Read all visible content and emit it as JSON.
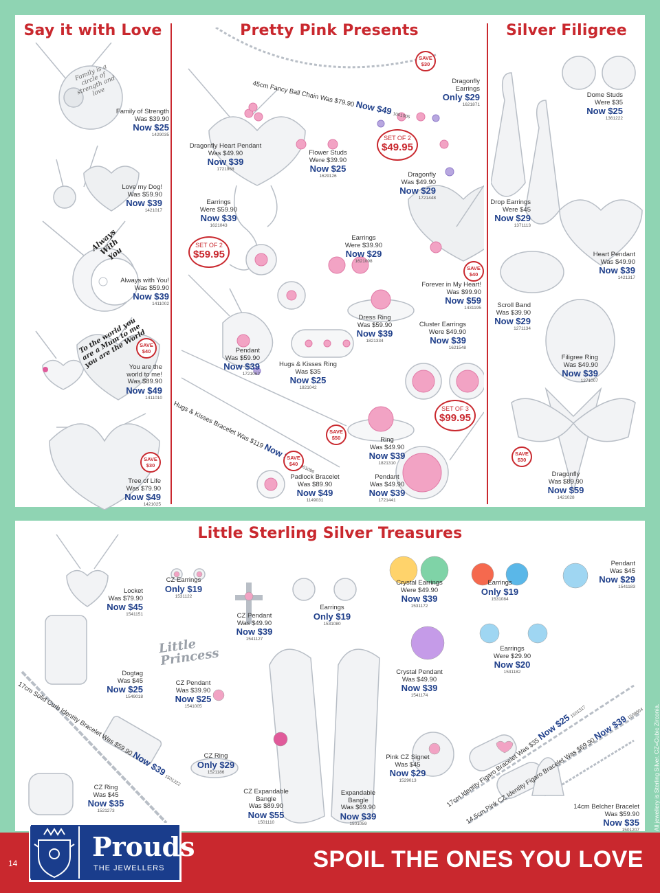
{
  "sections": {
    "love": "Say it with Love",
    "pink": "Pretty Pink Presents",
    "filigree": "Silver Filigree",
    "treasures": "Little Sterling Silver Treasures"
  },
  "items": {
    "family": {
      "name": "Family of Strength",
      "was": "Was $39.90",
      "now": "Now $25",
      "code": "1429035"
    },
    "dog": {
      "name": "Love my Dog!",
      "was": "Was $59.90",
      "now": "Now $39",
      "code": "1421017"
    },
    "always": {
      "name": "Always with You!",
      "was": "Was $59.90",
      "now": "Now $39",
      "code": "1411002"
    },
    "world_name1": "You are the",
    "world": {
      "name": "world to me!",
      "was": "Was $89.90",
      "now": "Now $49",
      "code": "1411010"
    },
    "tree": {
      "name": "Tree of Life",
      "was": "Was $79.90",
      "now": "Now $49",
      "code": "1421025"
    },
    "ballchain": {
      "name": "45cm Fancy Ball Chain Was $79.90",
      "now": "Now $49",
      "code": "1001005"
    },
    "dh_pendant": {
      "name": "Dragonfly Heart Pendant",
      "was": "Was $49.90",
      "now": "Now $39",
      "code": "1721968"
    },
    "flower": {
      "name": "Flower Studs",
      "was": "Were $39.90",
      "now": "Now $25",
      "code": "1629126"
    },
    "df_earrings": {
      "name": "Dragonfly",
      "name2": "Earrings",
      "now": "Only $29",
      "code": "1621871"
    },
    "df_pendant": {
      "name": "Dragonfly",
      "was": "Was $49.90",
      "now": "Now $29",
      "code": "1721448"
    },
    "earrings1": {
      "name": "Earrings",
      "was": "Were $59.90",
      "now": "Now $39",
      "code": "1621043"
    },
    "earrings2": {
      "name": "Earrings",
      "was": "Were $39.90",
      "now": "Now $29",
      "code": "1621098"
    },
    "heart": {
      "name": "Forever in My Heart!",
      "was": "Was $99.90",
      "now": "Now $59",
      "code": "1431195"
    },
    "pendant1": {
      "name": "Pendant",
      "was": "Was $59.90",
      "now": "Now $39",
      "code": "1721062"
    },
    "dress_ring": {
      "name": "Dress Ring",
      "was": "Was $59.90",
      "now": "Now $39",
      "code": "1821334"
    },
    "cluster": {
      "name": "Cluster Earrings",
      "was": "Were $49.90",
      "now": "Now $39",
      "code": "1621548"
    },
    "hugs_ring": {
      "name": "Hugs & Kisses Ring",
      "was": "Was $35",
      "now": "Now $25",
      "code": "1821042"
    },
    "hugs_brace": {
      "name": "Hugs & Kisses Bracelet Was $119",
      "now": "Now $69",
      "code": "1901096"
    },
    "ring": {
      "name": "Ring",
      "was": "Was $49.90",
      "now": "Now $39",
      "code": "1821310"
    },
    "padlock": {
      "name": "Padlock Bracelet",
      "was": "Was $89.90",
      "now": "Now $49",
      "code": "1149031"
    },
    "pendant2": {
      "name": "Pendant",
      "was": "Was $49.90",
      "now": "Now $39",
      "code": "1721441"
    },
    "dome": {
      "name": "Dome Studs",
      "was": "Were $35",
      "now": "Now $25",
      "code": "1361222"
    },
    "drop": {
      "name": "Drop Earrings",
      "was": "Were $45",
      "now": "Now $29",
      "code": "1371113"
    },
    "heart_pendant": {
      "name": "Heart Pendant",
      "was": "Was $49.90",
      "now": "Now $39",
      "code": "1421317"
    },
    "scroll": {
      "name": "Scroll Band",
      "was": "Was $39.90",
      "now": "Now $29",
      "code": "1271134"
    },
    "filigree_ring": {
      "name": "Filigree Ring",
      "was": "Was $49.90",
      "now": "Now $39",
      "code": "1271007"
    },
    "dragonfly_f": {
      "name": "Dragonfly",
      "was": "Was $89.90",
      "now": "Now $59",
      "code": "1421028"
    },
    "locket": {
      "name": "Locket",
      "was": "Was $79.90",
      "now": "Now $45",
      "code": "1541151"
    },
    "cz_earrings": {
      "name": "CZ Earrings",
      "now": "Only $19",
      "code": "1531122"
    },
    "cz_pendant1": {
      "name": "CZ Pendant",
      "was": "Was $49.90",
      "now": "Now $39",
      "code": "1541127"
    },
    "paw_earrings": {
      "name": "Earrings",
      "now": "Only $19",
      "code": "1531080"
    },
    "crystal_earrings": {
      "name": "Crystal Earrings",
      "was": "Were $49.90",
      "now": "Now $39",
      "code": "1531172"
    },
    "flower_earrings": {
      "name": "Earrings",
      "now": "Only $19",
      "code": "1531084"
    },
    "unicorn_pendant": {
      "name": "Pendant",
      "was": "Was $45",
      "now": "Now $29",
      "code": "1541183"
    },
    "dogtag": {
      "name": "Dogtag",
      "was": "Was $45",
      "now": "Now $25",
      "code": "1549018"
    },
    "cz_pendant2": {
      "name": "CZ Pendant",
      "was": "Was $39.90",
      "now": "Now $25",
      "code": "1541005"
    },
    "crystal_pendant": {
      "name": "Crystal Pendant",
      "was": "Was $49.90",
      "now": "Now $39",
      "code": "1541174"
    },
    "unicorn_earrings": {
      "name": "Earrings",
      "was": "Were $29.90",
      "now": "Now $20",
      "code": "1531182"
    },
    "curb": {
      "name": "17cm Solid Curb Identity Bracelet Was $59.90",
      "now": "Now $39",
      "code": "1501222"
    },
    "cz_ring": {
      "name": "CZ Ring",
      "now": "Only $29",
      "code": "1521186"
    },
    "signet": {
      "name": "Pink CZ Signet",
      "was": "Was $45",
      "now": "Now $29",
      "code": "1529013"
    },
    "cz_ring2": {
      "name": "CZ Ring",
      "was": "Was $45",
      "now": "Now $35",
      "code": "1521273"
    },
    "bangle1": {
      "name": "CZ Expandable",
      "name2": "Bangle",
      "was": "Was $89.90",
      "now": "Now $55",
      "code": "1501110"
    },
    "bangle2": {
      "name": "Expandable",
      "name2": "Bangle",
      "was": "Was $69.90",
      "now": "Now $39",
      "code": "1501059"
    },
    "figaro1": {
      "name": "17cm Identity Figaro Bracelet Was $35",
      "now": "Now $25",
      "code": "1501317"
    },
    "figaro2": {
      "name": "14.5cm Pink CZ Identity Figaro Bracelet Was $69.90",
      "now": "Now $39",
      "code": "1509004"
    },
    "belcher": {
      "name": "14cm Belcher Bracelet",
      "was": "Was $59.90",
      "now": "Now $35",
      "code": "1501207"
    }
  },
  "badges": {
    "save_word": "SAVE",
    "save30": "$30",
    "save40": "$40",
    "save50": "$50",
    "set2": "SET OF 2",
    "set3": "SET OF 3",
    "set_price_4995": "$49.95",
    "set_price_5995": "$59.95",
    "set_price_9995": "$99.95"
  },
  "engravings": {
    "family": "Family is a circle of strength and love",
    "always": "Always With You",
    "world": "To the world you are a Mum to me you are the World",
    "little": "Little Princess"
  },
  "footer": {
    "page": "14",
    "brand": "Prouds",
    "brand_sub": "THE JEWELLERS",
    "tagline": "SPOIL THE ONES YOU LOVE",
    "disclaimer": "All jewellery is Sterling Silver. CZ=Cubic Zirconia."
  },
  "colors": {
    "accent": "#c9282e",
    "price": "#1f3f8a",
    "background": "#8fd4b3",
    "brand": "#1a3d8c"
  }
}
